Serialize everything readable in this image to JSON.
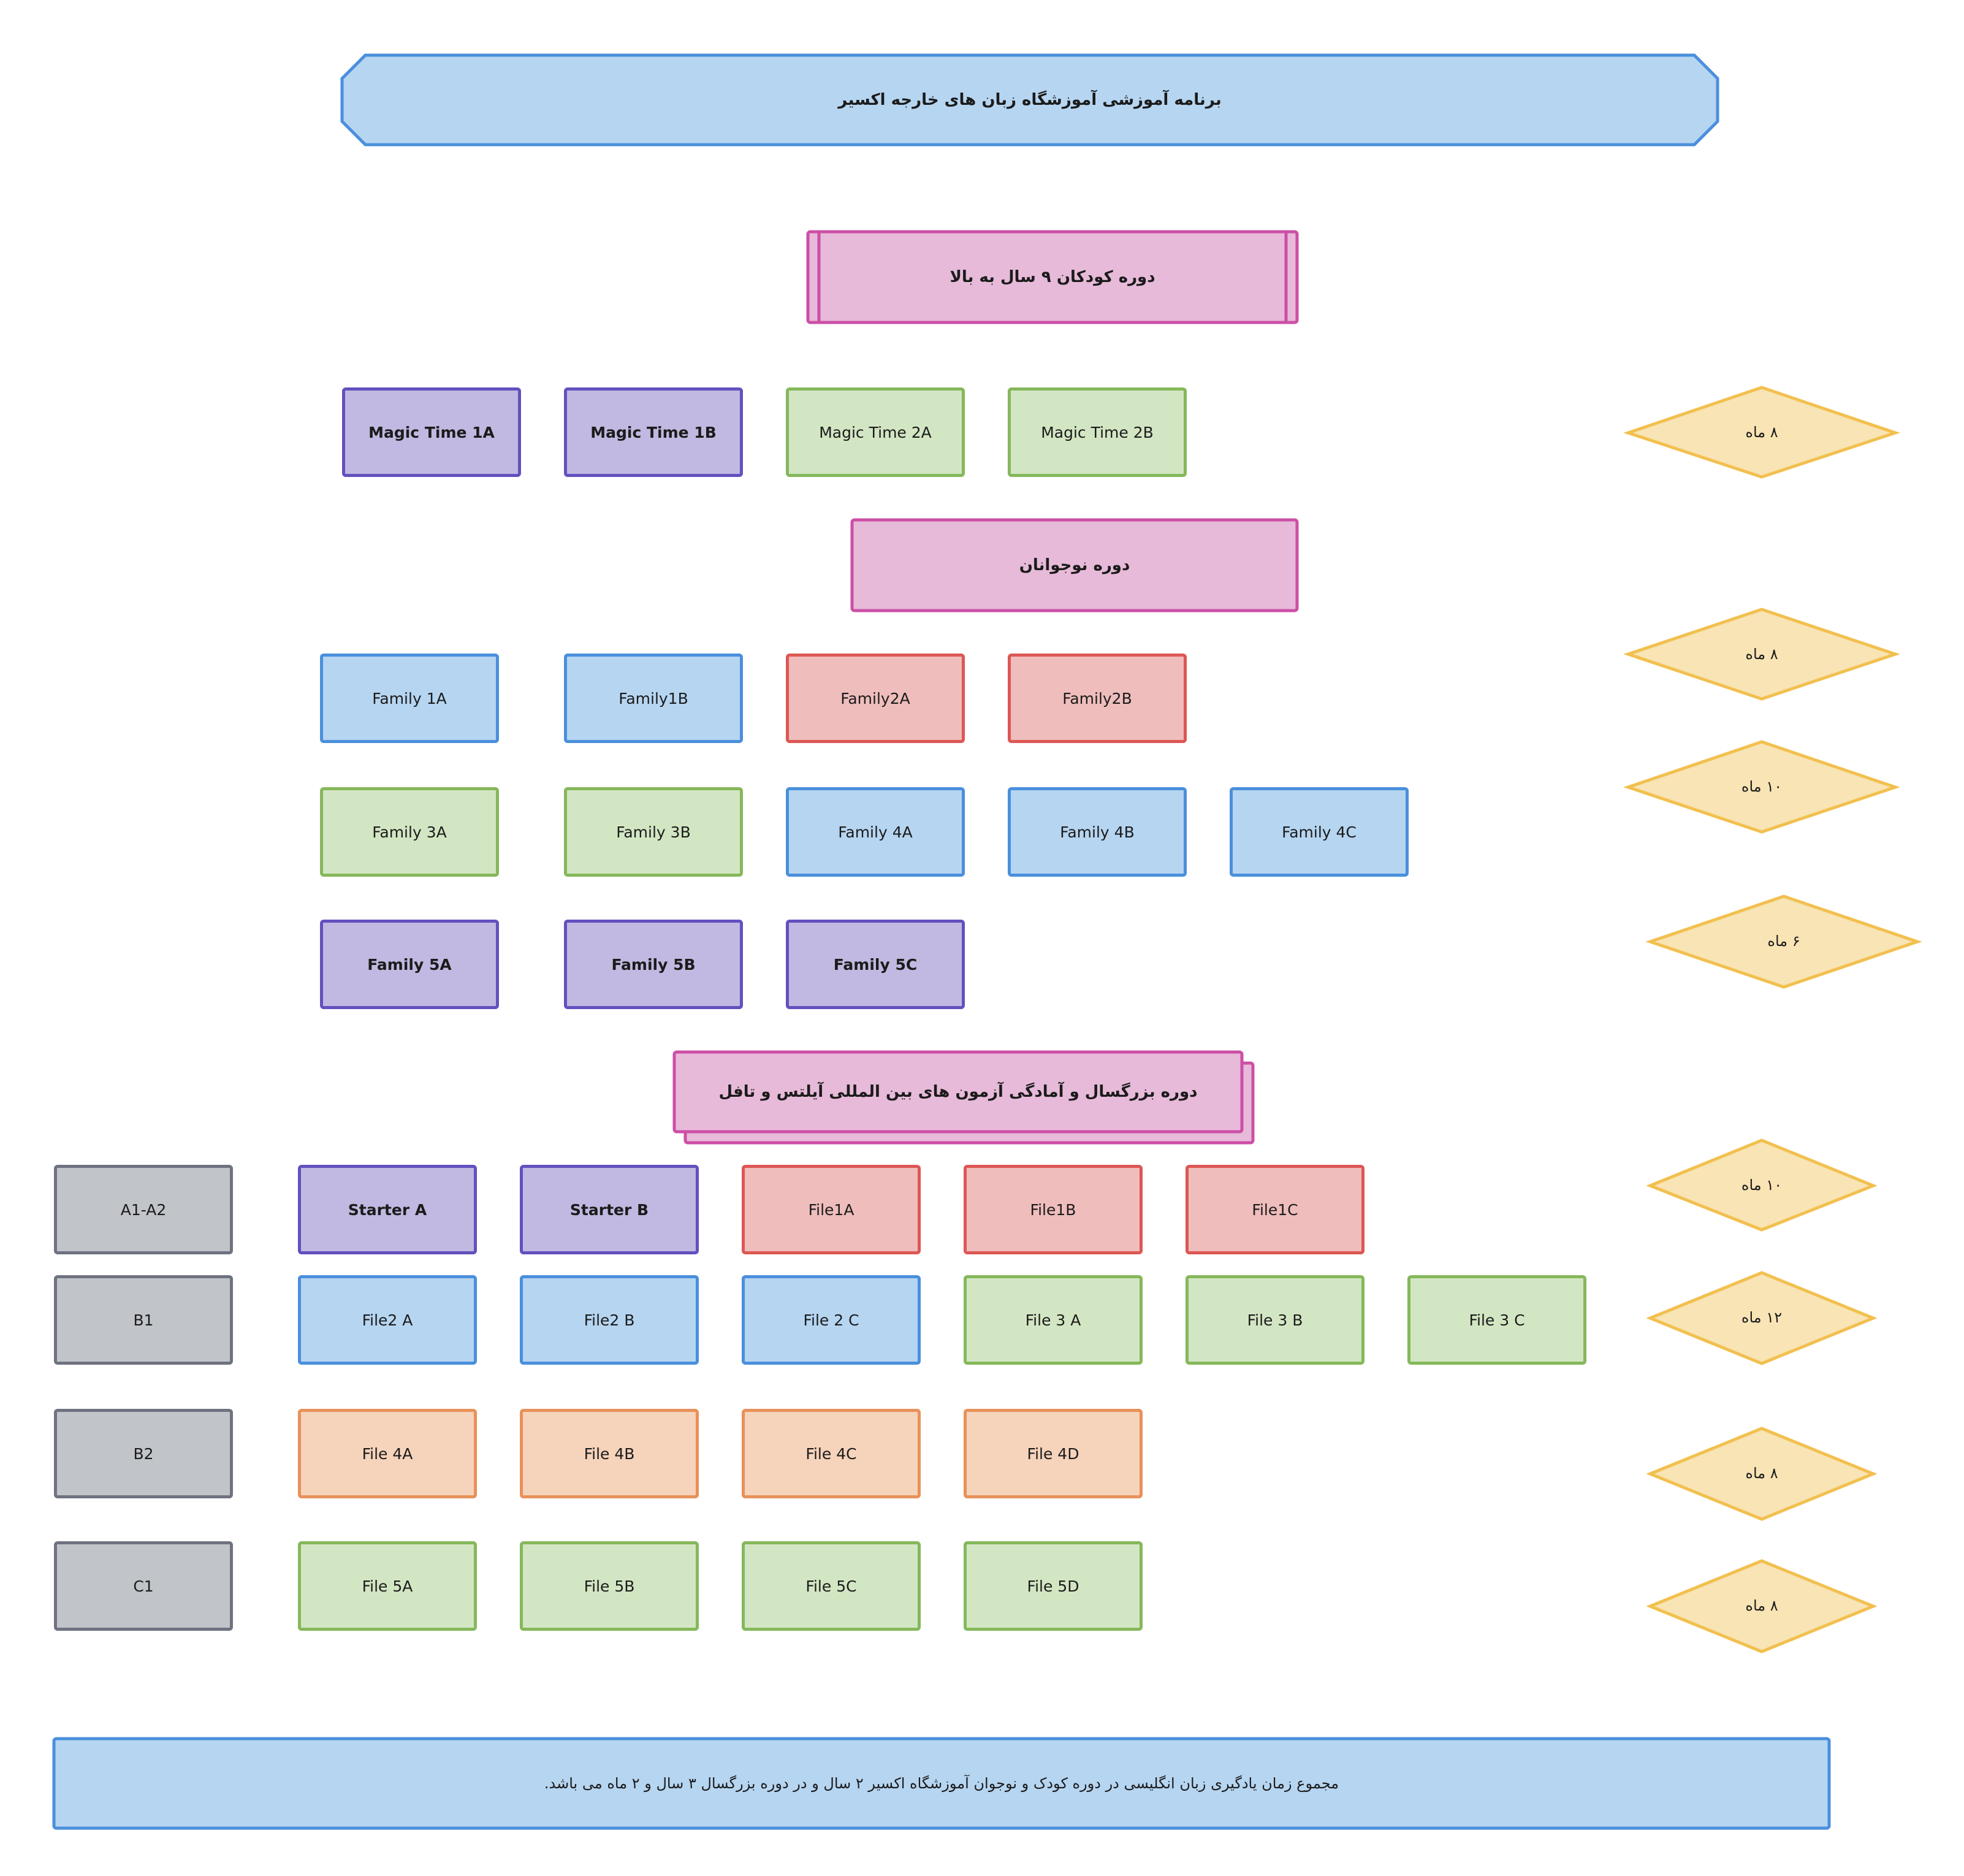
{
  "title": "برنامه آموزشی آموزشگاه زبان های خارجه اکسیر",
  "sections": {
    "kids": "دوره کودکان ۹ سال به بالا",
    "teens": "دوره نوجوانان",
    "adults": "دوره بزرگسال و آمادگی آزمون های بین المللی آیلتس و تافل"
  },
  "kids_row": [
    "Magic Time 1A",
    "Magic Time 1B",
    "Magic Time 2A",
    "Magic Time 2B"
  ],
  "teens_rows": [
    [
      "Family 1A",
      "Family1B",
      "Family2A",
      "Family2B"
    ],
    [
      "Family 3A",
      "Family 3B",
      "Family 4A",
      "Family 4B",
      "Family 4C"
    ],
    [
      "Family 5A",
      "Family 5B",
      "Family 5C"
    ]
  ],
  "adult_levels": [
    "A1-A2",
    "B1",
    "B2",
    "C1"
  ],
  "adult_rows": [
    [
      "Starter A",
      "Starter B",
      "File1A",
      "File1B",
      "File1C"
    ],
    [
      "File2 A",
      "File2 B",
      "File 2 C",
      "File 3 A",
      "File 3 B",
      "File 3 C"
    ],
    [
      "File 4A",
      "File 4B",
      "File 4C",
      "File 4D"
    ],
    [
      "File 5A",
      "File 5B",
      "File 5C",
      "File 5D"
    ]
  ],
  "durations": [
    "۸ ماه",
    "۸ ماه",
    "۱۰ ماه",
    "۶ ماه",
    "۱۰ ماه",
    "۱۲ ماه",
    "۸ ماه",
    "۸ ماه"
  ],
  "footer": "مجموع زمان یادگیری زبان انگلیسی در دوره کودک و نوجوان آموزشگاه اکسیر ۲ سال و در دوره بزرگسال ۳ سال و ۲ ماه می باشد.",
  "colors": {
    "purple": "#c1b9e1",
    "green": "#d3e6c3",
    "blue": "#b6d5f1",
    "red": "#efbdbc",
    "grey": "#c1c4c9",
    "orange": "#f6d3bb",
    "pink": "#e7bad9",
    "yellow": "#f8e4b4"
  }
}
